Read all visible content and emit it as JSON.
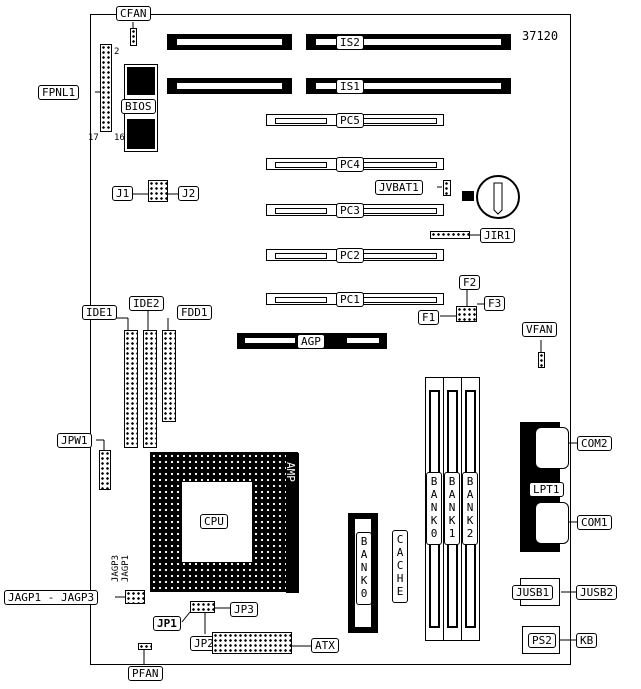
{
  "figure_id": "37120",
  "slots": {
    "isa": [
      "IS2",
      "IS1"
    ],
    "pci": [
      "PC5",
      "PC4",
      "PC3",
      "PC2",
      "PC1"
    ],
    "agp": "AGP"
  },
  "labels": {
    "cfan": "CFAN",
    "fpnl1": "FPNL1",
    "bios": "BIOS",
    "pin2": "2",
    "pin17": "17",
    "pin16": "16",
    "j1": "J1",
    "j2": "J2",
    "jvbat1": "JVBAT1",
    "jir1": "JIR1",
    "f1": "F1",
    "f2": "F2",
    "f3": "F3",
    "ide1": "IDE1",
    "ide2": "IDE2",
    "fdd1": "FDD1",
    "vfan": "VFAN",
    "jpw1": "JPW1",
    "com2": "COM2",
    "com1": "COM1",
    "lpt1": "LPT1",
    "cpu": "CPU",
    "amp": "AMP",
    "bank0_cache": "BANK0",
    "cache": "CACHE",
    "bank0": "BANK0",
    "bank1": "BANK1",
    "bank2": "BANK2",
    "jagp_range": "JAGP1 - JAGP3",
    "jagp3": "JAGP3",
    "jagp1": "JAGP1",
    "jp1": "JP1",
    "jp2": "JP2",
    "jp3": "JP3",
    "atx": "ATX",
    "jusb1_left": "JUSB1",
    "jusb2": "JUSB2",
    "ps2": "PS2",
    "kb": "KB",
    "pfan": "PFAN"
  }
}
